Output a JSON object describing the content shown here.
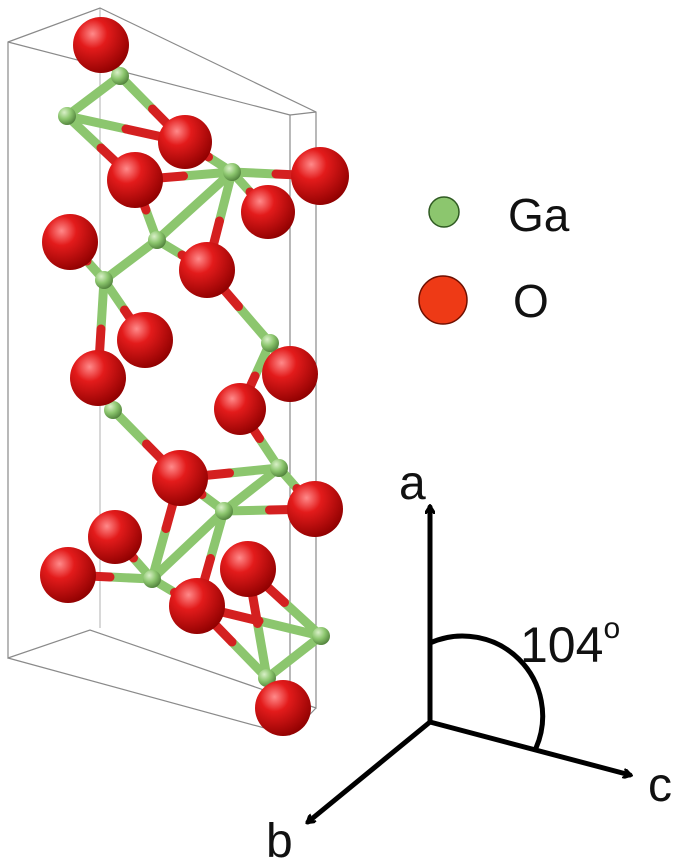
{
  "legend": {
    "items": [
      {
        "label": "Ga",
        "color": "#8cc66e"
      },
      {
        "label": "O",
        "color": "#ee3a16"
      }
    ]
  },
  "axes": {
    "a": "a",
    "b": "b",
    "c": "c",
    "angle_value": "104",
    "angle_unit": "o"
  },
  "colors": {
    "gallium": "#8cc66e",
    "oxygen": "#d40f12",
    "bond_oxygen": "#d42020",
    "cell_edge": "#8a8a8a"
  }
}
